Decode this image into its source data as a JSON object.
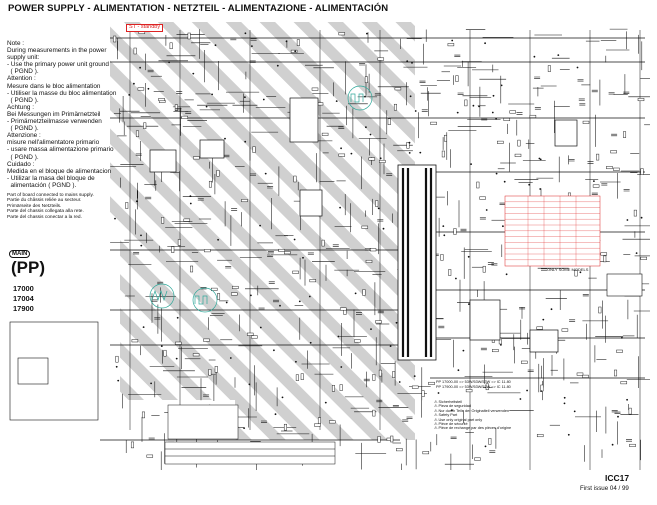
{
  "header": {
    "title": "POWER SUPPLY  -  ALIMENTATION  -  NETZTEIL - ALIMENTAZIONE - ALIMENTACIÓN",
    "standby_tag": "ST - standby"
  },
  "note_block": "Note :\nDuring measurements in the power\nsupply unit:\n- Use the primary power unit ground\n  ( PGND ).\nAttention :\nMesure dans le bloc alimentation\n- Utiliser la masse du bloc alimentation\n  ( PGND ).\nAchtung :\nBei Messungen im Primärnetzteil\n- Primärnetzteilmasse verwenden\n  ( PGND ).\nAttenzione :\nmisure nell'alimentatore primario\n- usare massa alimentazione primario\n  ( PGND ).\nCuidado :\nMedida en el bloque de alimentacion\n- Utilizar la masa del bloque de\n  alimentación ( PGND ).",
  "board_block": "Part of board connected to mains supply.\nPartie du châssis reliée au secteur.\nPrimärseite des Netzteils.\nParte del chassis collegata alla rete.\nParte del chassis conectar a la red.",
  "main_badge": "MAIN",
  "pp_label": "(PP)",
  "model_list": "17000\n17004\n17900",
  "footer": {
    "doc_id": "ICC17",
    "issue": "First issue 04 / 99"
  },
  "only_some_models": "ONLY SOME MODELS",
  "pp_note": "PP 17000-00 => 53W/53W/53W => IC 11.80\nPP 17900-00 => 53W/53W/53W => IC 11.80",
  "warn_note": "⚠ Sicherheitsteil\n⚠ Pieza de seguridad\n⚠ Nur durch Teile der Originalteil verwenden\n⚠ Safety Part\n⚠ Use only original part only\n⚠ Pièce de sécurité\n⚠ Pièce de rechange par des pièces d'origine",
  "colors": {
    "line": "#111111",
    "accent_red": "#d22222",
    "accent_teal": "#2fa89a",
    "hatch": "#c8c8c8"
  }
}
